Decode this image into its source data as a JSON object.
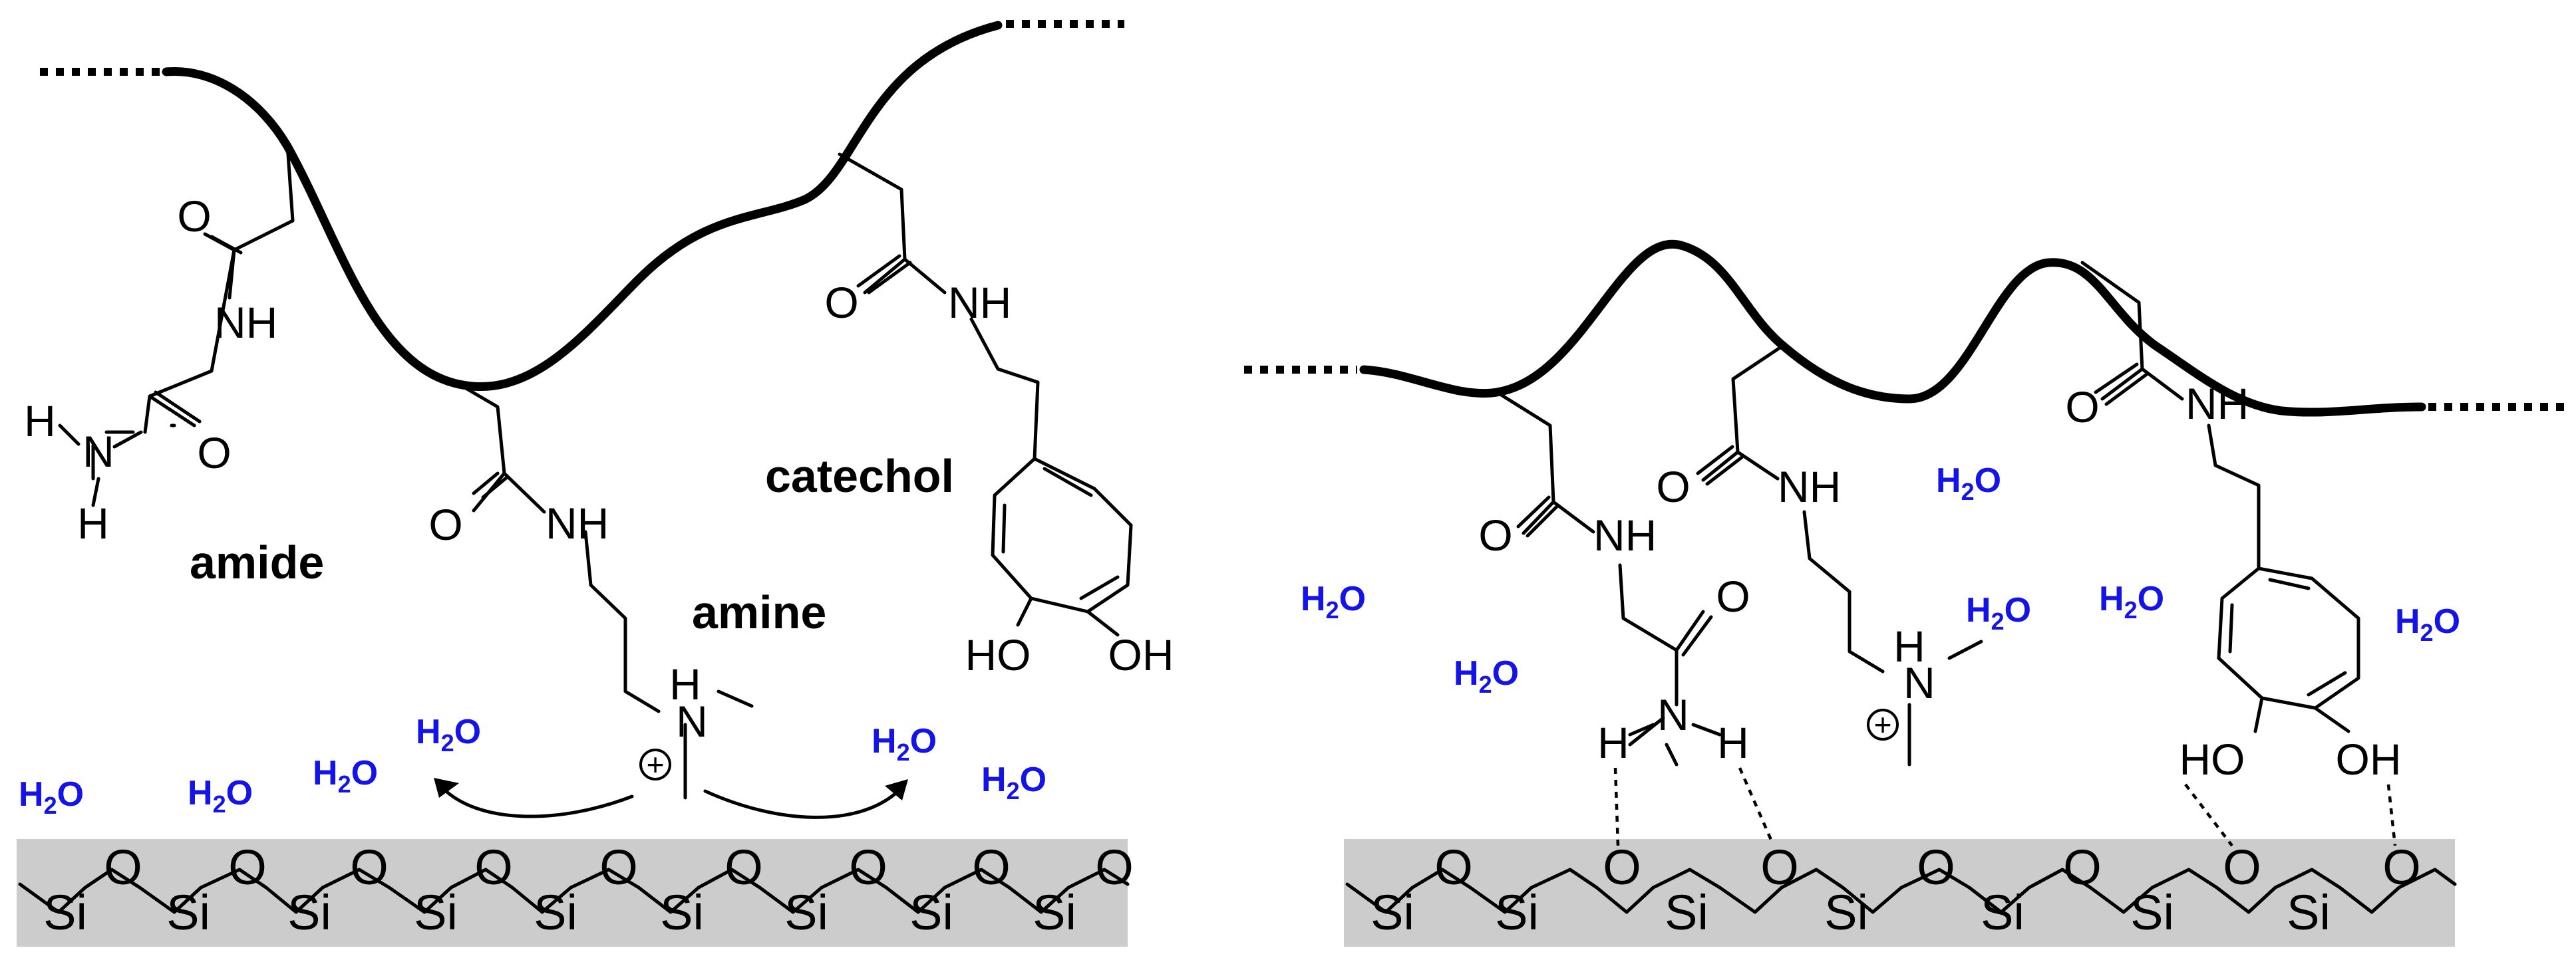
{
  "left_panel": {
    "group_labels": {
      "amide": "amide",
      "amine": "amine",
      "catechol": "catechol"
    },
    "water_label": "H2O"
  },
  "right_panel": {
    "water_label": "H2O"
  },
  "atoms": {
    "oxygen": "O",
    "nitrogen": "N",
    "hydrogen": "H",
    "nh": "NH",
    "hydroxyl_left": "HO",
    "hydroxyl_right": "OH",
    "silicon": "Si",
    "positive_charge": "+"
  },
  "colors": {
    "water": "#1414e6",
    "surface": "#cccccc",
    "ink": "#000000"
  }
}
